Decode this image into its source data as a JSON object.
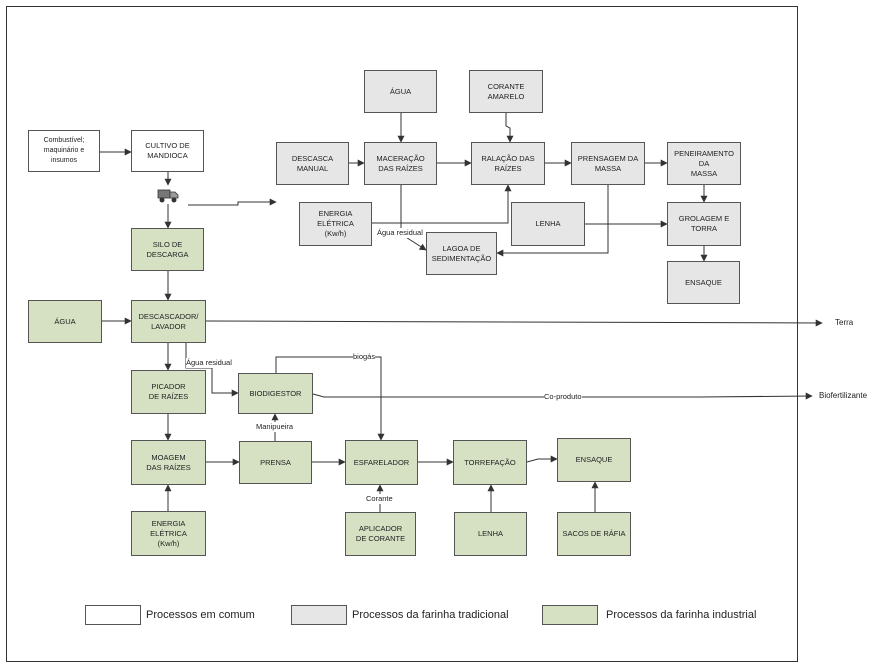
{
  "colors": {
    "common": "#ffffff",
    "traditional": "#e6e6e6",
    "industrial": "#d6e1c3",
    "line": "#333333"
  },
  "nodes": {
    "combustivel": "Combustível;\nmaquinário e\ninsumos",
    "cultivo": "CULTIVO DE\nMANDIOCA",
    "silo": "SILO DE\nDESCARGA",
    "agua_ind": "ÁGUA",
    "descascador": "DESCASCADOR/\nLAVADOR",
    "picador": "PICADOR\nDE RAÍZES",
    "moagem": "MOAGEM\nDAS RAÍZES",
    "energia_ind": "ENERGIA ELÉTRICA\n(Kw/h)",
    "biodigestor": "BIODIGESTOR",
    "prensa": "PRENSA",
    "esfarelador": "ESFARELADOR",
    "aplicador": "APLICADOR\nDE CORANTE",
    "torrefacao": "TORREFAÇÃO",
    "lenha_ind": "LENHA",
    "ensaque_ind": "ENSAQUE",
    "sacos": "SACOS DE RÁFIA",
    "descasca": "DESCASCA\nMANUAL",
    "agua_trad": "ÁGUA",
    "maceracao": "MACERAÇÃO\nDAS RAÍZES",
    "corante": "CORANTE\nAMARELO",
    "ralacao": "RALAÇÃO DAS\nRAÍZES",
    "prensagem": "PRENSAGEM DA\nMASSA",
    "peneiramento": "PENEIRAMENTO DA\nMASSA",
    "energia_trad": "ENERGIA ELÉTRICA\n(Kw/h)",
    "lagoa": "LAGOA DE\nSEDIMENTAÇÃO",
    "lenha_trad": "LENHA",
    "grolagem": "GROLAGEM E\nTORRA",
    "ensaque_trad": "ENSAQUE"
  },
  "edge_labels": {
    "agua_residual_trad": "Água residual",
    "agua_residual_ind": "Água residual",
    "biogas": "biogás",
    "manipueira": "Manipueira",
    "corante": "Corante",
    "coproduto": "Co-produto"
  },
  "outputs": {
    "terra": "Terra",
    "biofertilizante": "Biofertilizante"
  },
  "icons": {
    "truck": "truck-icon"
  },
  "legend": {
    "common": "Processos em comum",
    "traditional": "Processos da farinha tradicional",
    "industrial": "Processos da farinha industrial"
  }
}
